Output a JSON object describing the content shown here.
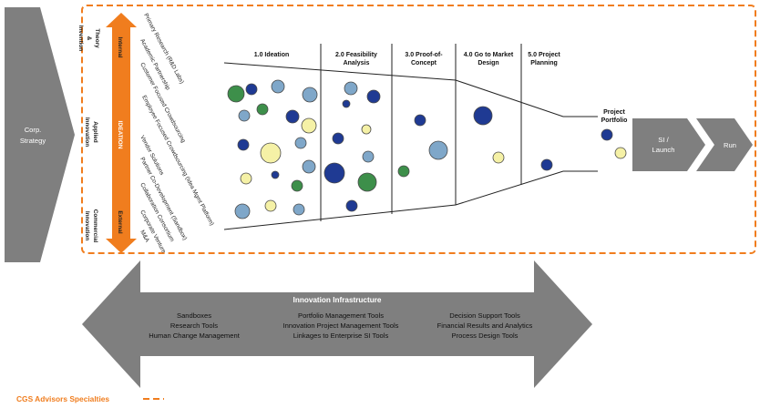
{
  "corp_strategy": {
    "line1": "Corp.",
    "line2": "Strategy"
  },
  "side_labels": {
    "theory": [
      "Theory",
      "&",
      "Invention"
    ],
    "applied": [
      "Applied",
      "Innovation"
    ],
    "commercial": [
      "Commercial",
      "Innovation"
    ]
  },
  "axis": {
    "internal": "Internal",
    "ideation": "IDEATION",
    "external": "External"
  },
  "sources": [
    "Primary Research (R&D Labs)",
    "Academic Partnership",
    "Customer Focused Crowdsourcing",
    "Employee Focused Crowdsourcing (Idea Mgmt Platform)",
    "Vendor Solutions",
    "Partner Co-Development (Sandbox)",
    "Collaboration Consortium",
    "Corporate Venture",
    "M&A"
  ],
  "stages": [
    {
      "line1": "1.0 Ideation",
      "line2": ""
    },
    {
      "line1": "2.0 Feasibility",
      "line2": "Analysis"
    },
    {
      "line1": "3.0 Proof-of-",
      "line2": "Concept"
    },
    {
      "line1": "4.0 Go to Market",
      "line2": "Design"
    },
    {
      "line1": "5.0 Project",
      "line2": "Planning"
    }
  ],
  "portfolio": {
    "line1": "Project",
    "line2": "Portfolio"
  },
  "si_launch": {
    "line1": "SI /",
    "line2": "Launch"
  },
  "run": "Run",
  "infrastructure": {
    "title": "Innovation Infrastructure",
    "col1": [
      "Sandboxes",
      "Research Tools",
      "Human Change Management"
    ],
    "col2": [
      "Portfolio Management Tools",
      "Innovation Project Management Tools",
      "Linkages to Enterprise SI Tools"
    ],
    "col3": [
      "Decision Support Tools",
      "Financial Results and Analytics",
      "Process Design Tools"
    ]
  },
  "legend": "CGS Advisors Specialties",
  "colors": {
    "orange": "#F07D1E",
    "gray": "#7F7F7F",
    "navy": "#1F3A93",
    "steel": "#7FA7C9",
    "green": "#3D8F4A",
    "cream": "#F5F1A6"
  }
}
